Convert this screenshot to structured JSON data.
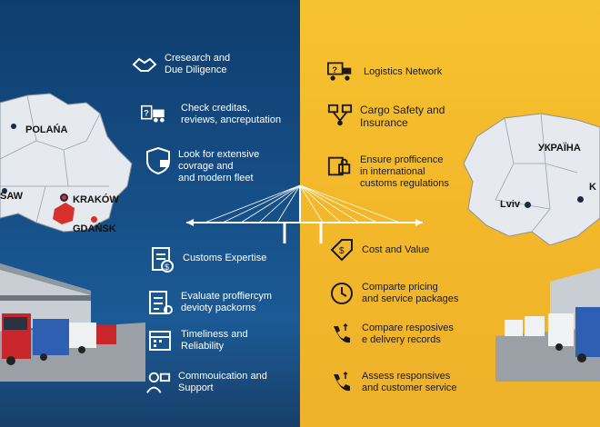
{
  "left_panel": {
    "map_labels": {
      "country": "POLAŃA",
      "city_west": "SAW",
      "city_krakow": "KRAKÓW",
      "city_gdansk": "GDAŃSK"
    },
    "items": [
      {
        "icon": "handshake-icon",
        "text": "Cresearch and\nDue Diligence"
      },
      {
        "icon": "truck-document-icon",
        "text": "Check creditas,\nreviews, ancreputation"
      },
      {
        "icon": "shield-truck-icon",
        "text": "Look for extensive\ncovrage and\nand modern fleet"
      },
      {
        "icon": "clipboard-dollar-icon",
        "text": "Customs Expertise"
      },
      {
        "icon": "checklist-icon",
        "text": "Evaluate proffiercym\ndevioty packorns"
      },
      {
        "icon": "calendar-icon",
        "text": "Timeliness and\nReliability"
      },
      {
        "icon": "support-person-icon",
        "text": "Commouication and\nSupport"
      }
    ]
  },
  "right_panel": {
    "map_labels": {
      "country": "УКРАЇНА",
      "city_lviv": "Lviv",
      "city_k": "K"
    },
    "items": [
      {
        "icon": "truck-question-icon",
        "text": "Logistics Network"
      },
      {
        "icon": "cargo-network-icon",
        "text": "Cargo Safety and\nInsurance"
      },
      {
        "icon": "lock-document-icon",
        "text": "Ensure profficence\nin international\ncustoms regulations"
      },
      {
        "icon": "price-tag-icon",
        "text": "Cost and Value"
      },
      {
        "icon": "clock-icon",
        "text": "Comparte pricing\nand service packages"
      },
      {
        "icon": "phone-icon",
        "text": "Compare resposives\ne delivery records"
      },
      {
        "icon": "phone-icon",
        "text": "Assess responsives\nand customer service"
      }
    ]
  },
  "colors": {
    "left_bg": "#164e86",
    "right_bg": "#f3b82a",
    "accent_red": "#d8302b"
  }
}
